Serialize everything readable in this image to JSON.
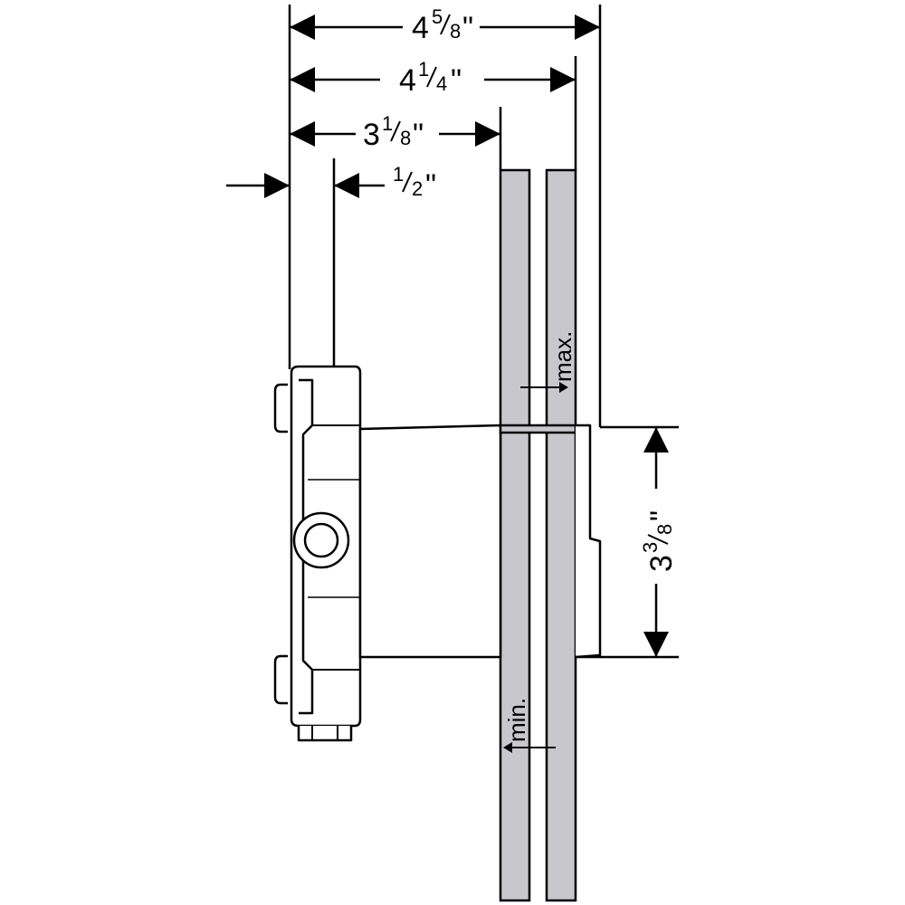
{
  "colors": {
    "ink": "#000000",
    "wall": "#c8c8cc",
    "background": "#ffffff"
  },
  "dimensions": {
    "total": {
      "whole": "4",
      "num": "5",
      "den": "8",
      "unit": "\""
    },
    "max_depth": {
      "whole": "4",
      "num": "1",
      "den": "4",
      "unit": "\""
    },
    "min_depth": {
      "whole": "3",
      "num": "1",
      "den": "8",
      "unit": "\""
    },
    "offset": {
      "whole": "",
      "num": "1",
      "den": "2",
      "unit": "\""
    },
    "height": {
      "whole": "3",
      "num": "3",
      "den": "8",
      "unit": "\""
    }
  },
  "labels": {
    "max": "max.",
    "min": "min."
  }
}
